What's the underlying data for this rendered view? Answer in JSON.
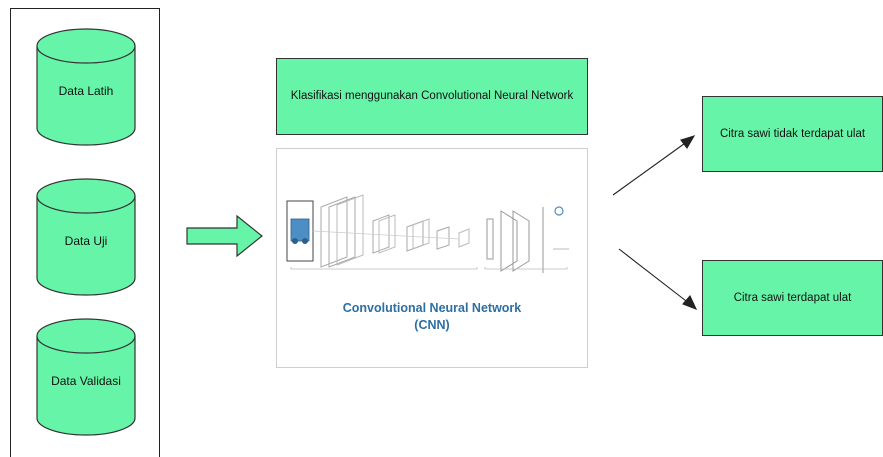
{
  "data_sources": [
    {
      "label": "Data Latih"
    },
    {
      "label": "Data Uji"
    },
    {
      "label": "Data Validasi"
    }
  ],
  "process": {
    "title": "Klasifikasi menggunakan Convolutional Neural Network",
    "figure_title": "Convolutional Neural Network",
    "figure_subtitle": "(CNN)"
  },
  "outputs": [
    {
      "label": "Citra sawi tidak terdapat ulat"
    },
    {
      "label": "Citra sawi terdapat ulat"
    }
  ],
  "colors": {
    "fill": "#66f5a8",
    "stroke": "#333333",
    "cnn_text": "#2c6fa3"
  }
}
